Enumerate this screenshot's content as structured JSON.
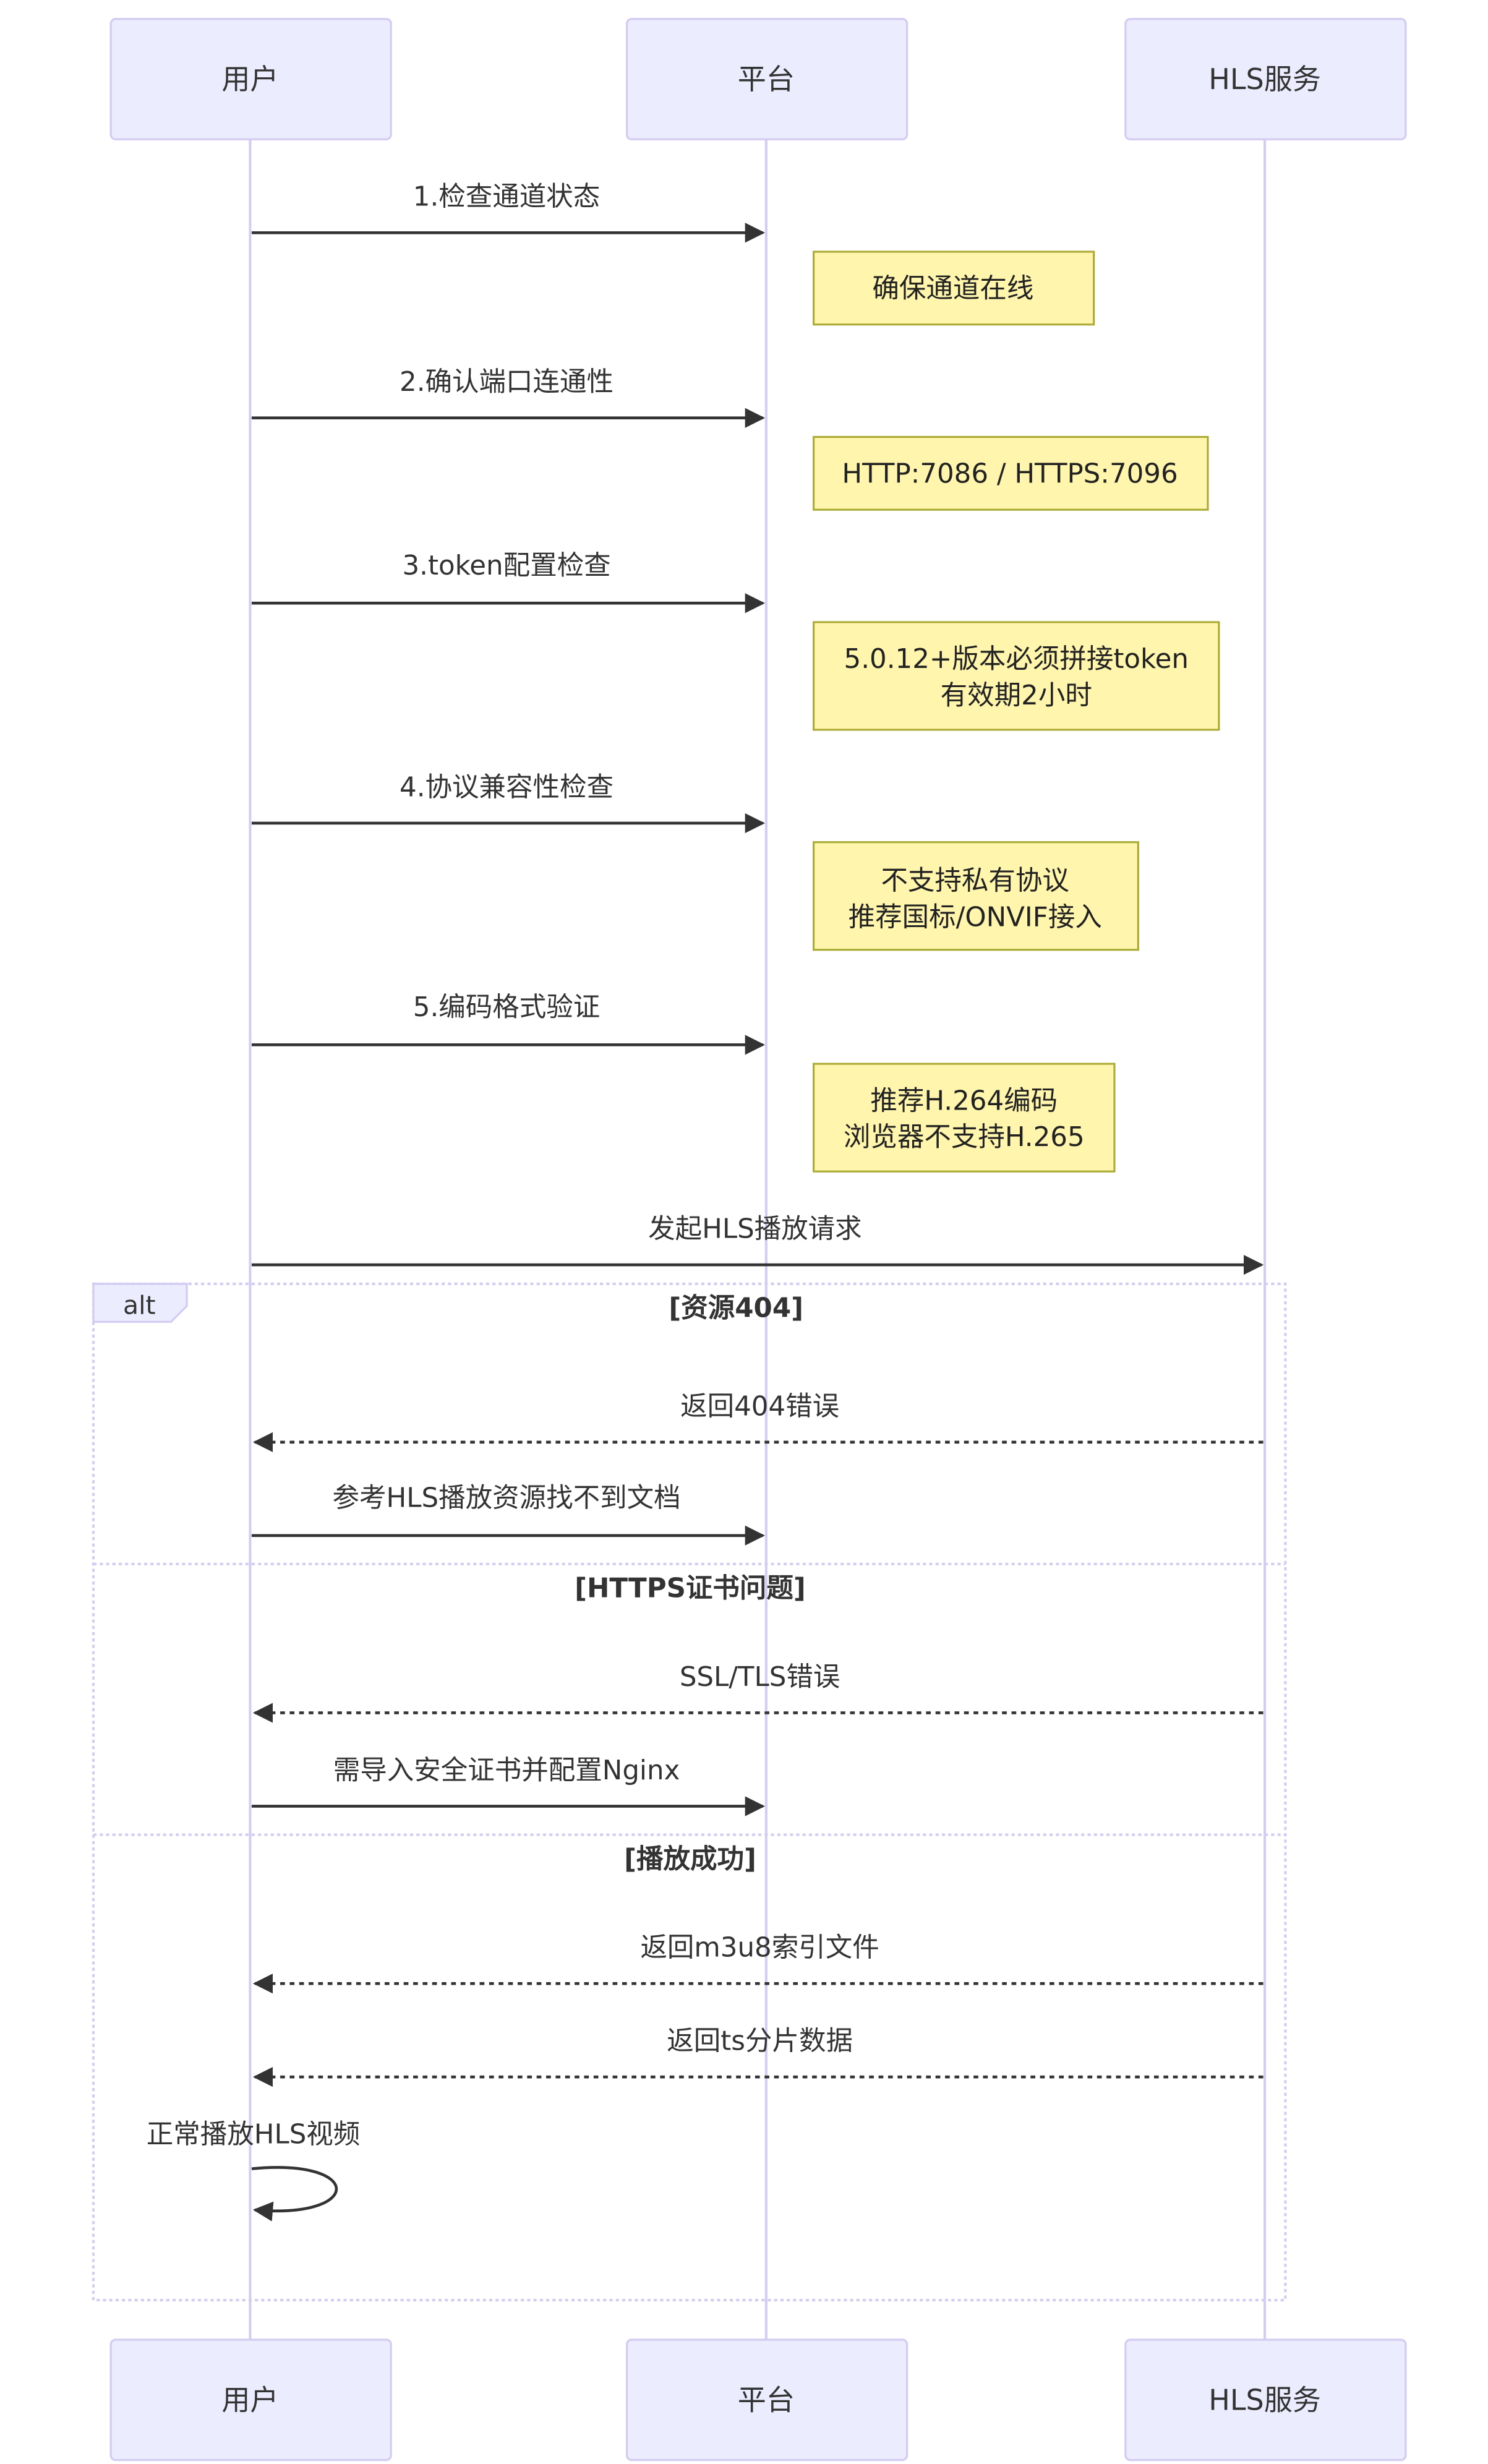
{
  "actors": [
    "用户",
    "平台",
    "HLS服务"
  ],
  "messages": [
    "1.检查通道状态",
    "2.确认端口连通性",
    "3.token配置检查",
    "4.协议兼容性检查",
    "5.编码格式验证",
    "发起HLS播放请求"
  ],
  "notes": [
    [
      "确保通道在线"
    ],
    [
      "HTTP:7086 / HTTPS:7096"
    ],
    [
      "5.0.12+版本必须拼接token",
      "有效期2小时"
    ],
    [
      "不支持私有协议",
      "推荐国标/ONVIF接入"
    ],
    [
      "推荐H.264编码",
      "浏览器不支持H.265"
    ]
  ],
  "alt": {
    "label": "alt",
    "sections": [
      {
        "condition": "[资源404]",
        "messages": [
          "返回404错误",
          "参考HLS播放资源找不到文档"
        ]
      },
      {
        "condition": "[HTTPS证书问题]",
        "messages": [
          "SSL/TLS错误",
          "需导入安全证书并配置Nginx"
        ]
      },
      {
        "condition": "[播放成功]",
        "messages": [
          "返回m3u8索引文件",
          "返回ts分片数据",
          "正常播放HLS视频"
        ]
      }
    ]
  }
}
